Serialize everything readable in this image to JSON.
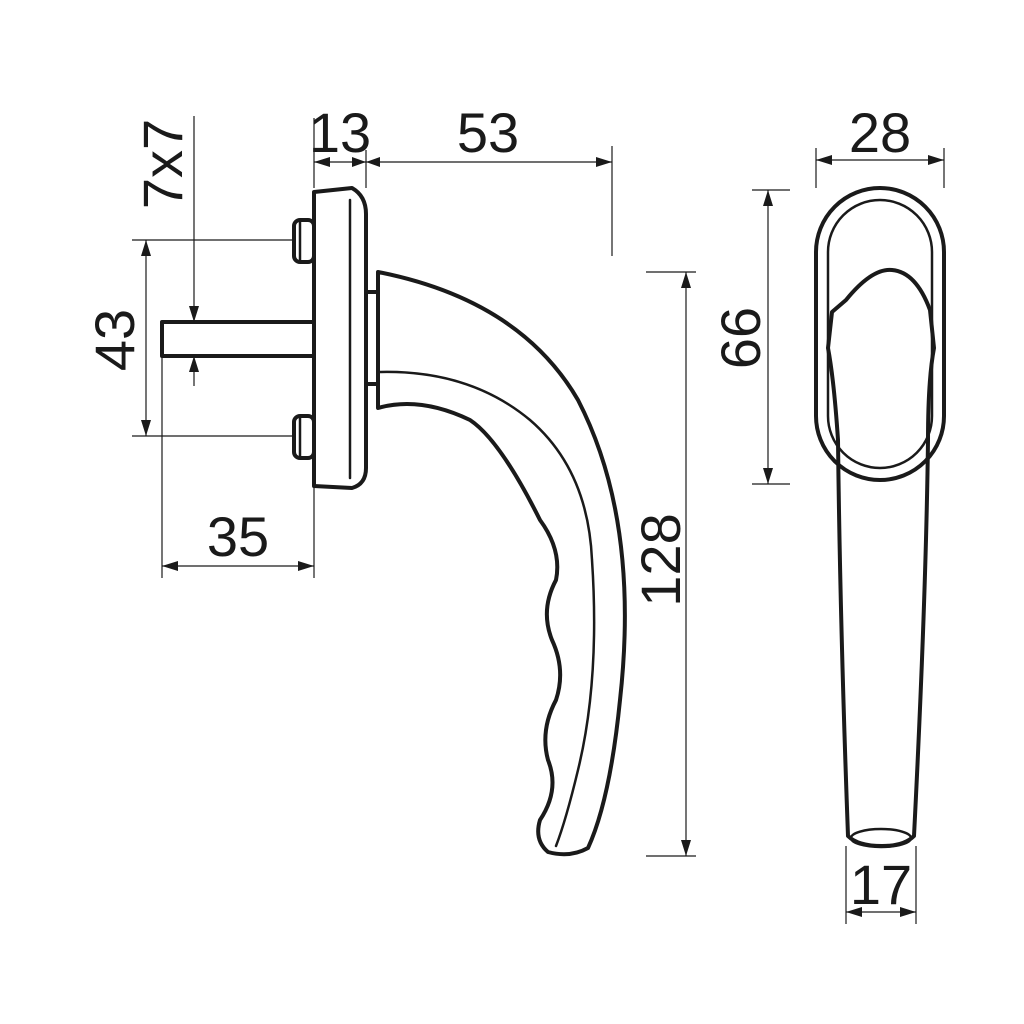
{
  "dimensions": {
    "spindle": "7x7",
    "rose_thickness": "13",
    "projection": "53",
    "screw_spacing": "43",
    "spindle_length": "35",
    "handle_length": "128",
    "rose_width": "28",
    "rose_height": "66",
    "grip_width": "17"
  },
  "colors": {
    "line": "#1a1a1a",
    "background": "#ffffff"
  }
}
